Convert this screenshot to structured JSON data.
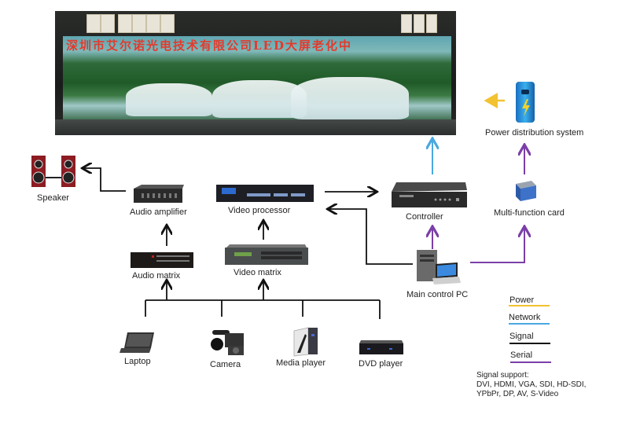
{
  "screen": {
    "ticker_text": "深圳市艾尔诺光电技术有限公司LED大屏老化中",
    "description": "LED display screen"
  },
  "nodes": {
    "power_distribution": "Power distribution system",
    "multi_function_card": "Multi-function card",
    "speaker": "Speaker",
    "audio_amplifier": "Audio amplifier",
    "video_processor": "Video processor",
    "controller": "Controller",
    "audio_matrix": "Audio matrix",
    "video_matrix": "Video matrix",
    "main_control_pc": "Main control PC",
    "laptop": "Laptop",
    "camera": "Camera",
    "media_player": "Media player",
    "dvd_player": "DVD player"
  },
  "legend": {
    "items": [
      {
        "label": "Power",
        "color": "#f2c230"
      },
      {
        "label": "Network",
        "color": "#4aa8e0"
      },
      {
        "label": "Signal",
        "color": "#111111"
      },
      {
        "label": "Serial",
        "color": "#7b3fa8"
      }
    ]
  },
  "signal_support": {
    "title": "Signal support:",
    "line1": "DVI, HDMI, VGA, SDI, HD-SDI,",
    "line2": "YPbPr, DP, AV, S-Video"
  },
  "colors": {
    "power": "#f2c230",
    "network": "#4aa8e0",
    "signal": "#111111",
    "serial": "#7b3fa8"
  }
}
